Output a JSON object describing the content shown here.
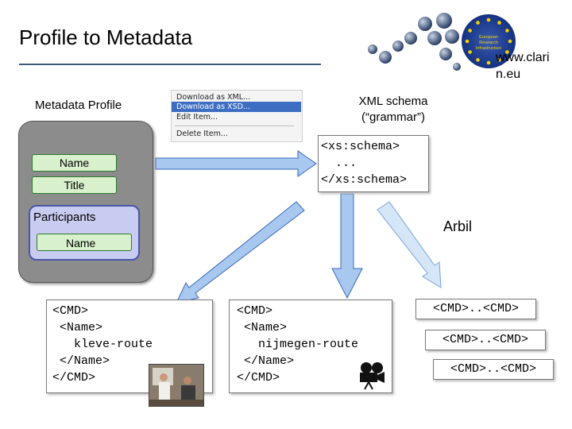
{
  "slide": {
    "title": "Profile to Metadata",
    "url_line1": "www.clari",
    "url_line2": "n.eu",
    "logo_text": "European Research Infrastructure"
  },
  "profile": {
    "label": "Metadata Profile",
    "field_name": "Name",
    "field_title": "Title",
    "participants_label": "Participants",
    "participants_field": "Name"
  },
  "menu": {
    "items": [
      "Download as XML...",
      "Download as XSD...",
      "Edit Item...",
      "Delete Item..."
    ],
    "selected_index": 1
  },
  "schema": {
    "label_line1": "XML schema",
    "label_line2": "(“grammar”)",
    "line1": "<xs:schema>",
    "line2": "  ...",
    "line3": "</xs:schema>"
  },
  "arbil": {
    "label": "Arbil"
  },
  "cmd_left": {
    "lines": [
      "<CMD>",
      " <Name>",
      "   kleve-route",
      " </Name>",
      "</CMD>"
    ]
  },
  "cmd_middle": {
    "lines": [
      "<CMD>",
      " <Name>",
      "   nijmegen-route",
      " </Name>",
      "</CMD>"
    ]
  },
  "cmd_right": {
    "items": [
      "<CMD>..<CMD>",
      "<CMD>..<CMD>",
      "<CMD>..<CMD>"
    ]
  },
  "colors": {
    "title_rule": "#3c5a7a",
    "field_fill": "#d8f0cc",
    "participants_fill": "#c8ccf0",
    "arrow_fill": "#a8c8f0",
    "menu_highlight": "#3e6ec2"
  }
}
